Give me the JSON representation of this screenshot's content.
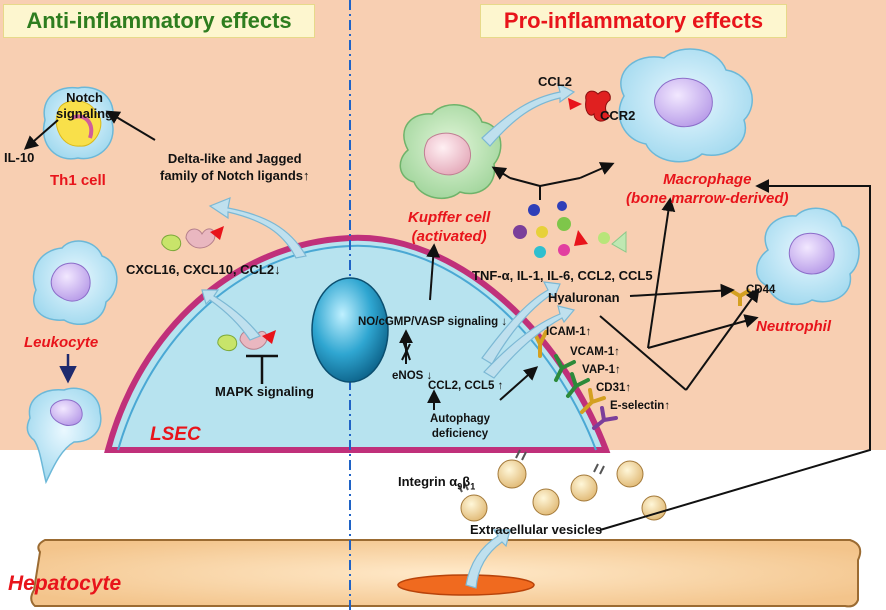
{
  "titles": {
    "anti": "Anti-inflammatory effects",
    "pro": "Pro-inflammatory effects"
  },
  "colors": {
    "background_peach": "#f8cfb2",
    "title_box": "#fdf6cf",
    "anti_title": "#2e7d1f",
    "pro_title": "#e8141b",
    "cell_label_red": "#e8141b",
    "lsec_fill": "#b7e3ef",
    "lsec_border": "#c0307a",
    "arrow_light_blue": "#bfe0ee"
  },
  "left": {
    "notch_signaling": [
      "Notch",
      "signaling"
    ],
    "il10": "IL-10",
    "th1_cell": "Th1 cell",
    "delta_like": [
      "Delta-like and Jagged",
      "family of Notch ligands↑"
    ],
    "chemokines": "CXCL16, CXCL10, CCL2↓",
    "mapk": "MAPK signaling",
    "leukocyte": "Leukocyte"
  },
  "center": {
    "lsec": "LSEC",
    "hepatocyte": "Hepatocyte"
  },
  "right": {
    "ccl2": "CCL2",
    "ccr2": "CCR2",
    "macrophage": [
      "Macrophage",
      "(bone marrow-derived)"
    ],
    "kupffer": [
      "Kupffer cell",
      "(activated)"
    ],
    "cytokines": "TNF-α, IL-1, IL-6, CCL2, CCL5",
    "hyaluronan": "Hyaluronan",
    "cd44": "CD44",
    "neutrophil": "Neutrophil",
    "no_signaling": "NO/cGMP/VASP signaling ↓",
    "enos": "eNOS ↓",
    "ccl2_ccl5": "CCL2, CCL5 ↑",
    "autophagy": [
      "Autophagy",
      "deficiency"
    ],
    "adhesion": [
      "ICAM-1↑",
      "VCAM-1↑",
      "VAP-1↑",
      "CD31↑",
      "E-selectin↑"
    ],
    "integrin_main": "Integrin α",
    "integrin_sub1": "9",
    "integrin_beta": "β",
    "integrin_sub2": "1",
    "ev": "Extracellular vesicles"
  }
}
